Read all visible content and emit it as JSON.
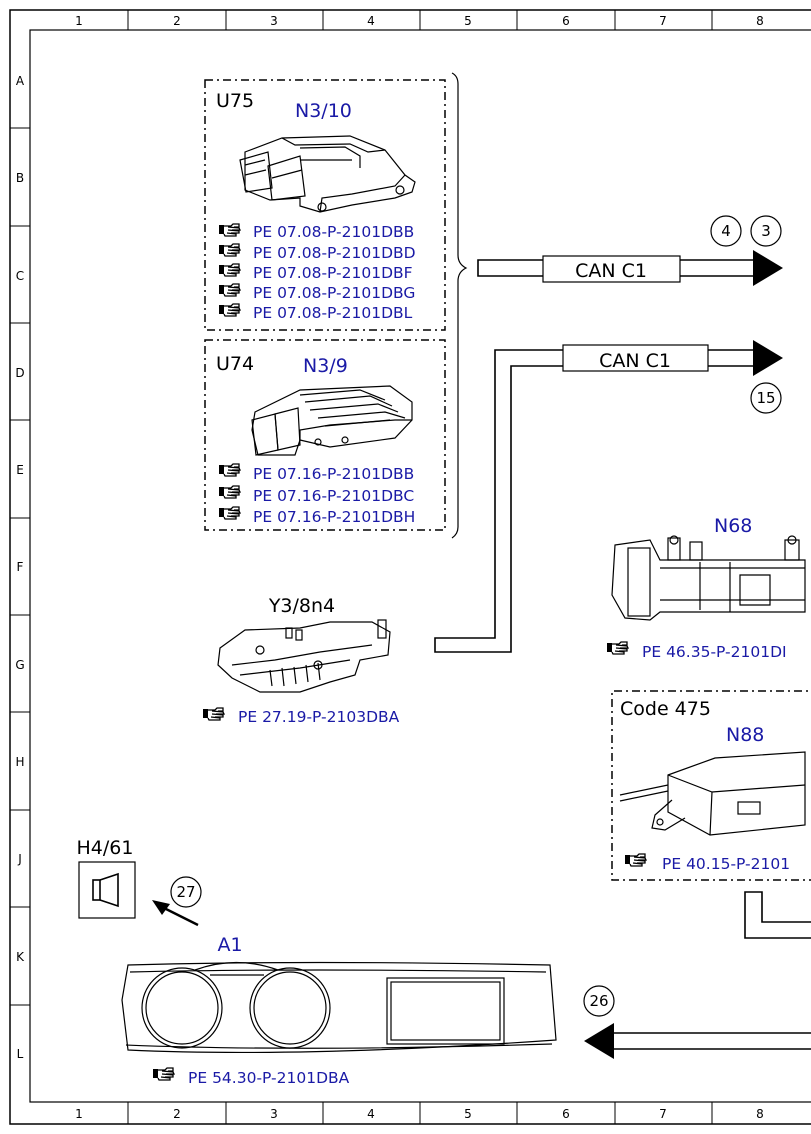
{
  "grid": {
    "columns": [
      "1",
      "2",
      "3",
      "4",
      "5",
      "6",
      "7",
      "8"
    ],
    "rows": [
      "A",
      "B",
      "C",
      "D",
      "E",
      "F",
      "G",
      "H",
      "J",
      "K",
      "L"
    ]
  },
  "group_u75": {
    "variant": "U75",
    "component": "N3/10",
    "refs": [
      "PE 07.08-P-2101DBB",
      "PE 07.08-P-2101DBD",
      "PE 07.08-P-2101DBF",
      "PE 07.08-P-2101DBG",
      "PE 07.08-P-2101DBL"
    ]
  },
  "group_u74": {
    "variant": "U74",
    "component": "N3/9",
    "refs": [
      "PE 07.16-P-2101DBB",
      "PE 07.16-P-2101DBC",
      "PE 07.16-P-2101DBH"
    ]
  },
  "bus_upper": {
    "label": "CAN C1",
    "markers": [
      "4",
      "3"
    ]
  },
  "bus_lower": {
    "label": "CAN C1",
    "markers": [
      "15"
    ]
  },
  "y3": {
    "component": "Y3/8n4",
    "ref": "PE 27.19-P-2103DBA"
  },
  "n68": {
    "component": "N68",
    "ref": "PE 46.35-P-2101DI"
  },
  "code475": {
    "code": "Code 475",
    "component": "N88",
    "ref": "PE 40.15-P-2101"
  },
  "h4": {
    "component": "H4/61",
    "marker": "27"
  },
  "a1": {
    "component": "A1",
    "ref": "PE 54.30-P-2101DBA"
  },
  "arrow_left": {
    "marker": "26"
  }
}
